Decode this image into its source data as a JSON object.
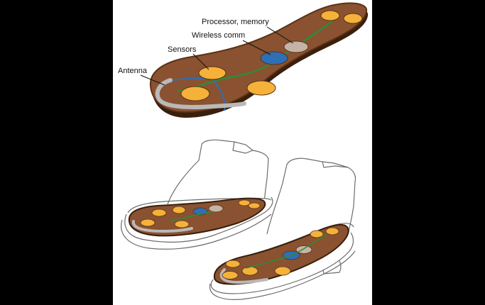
{
  "diagram": {
    "labels": {
      "processor": "Processor, memory",
      "wireless": "Wireless comm",
      "sensors": "Sensors",
      "antenna": "Antenna"
    },
    "colors": {
      "frame": "#000000",
      "panel": "#ffffff",
      "insole": "#8a5230",
      "insole_edge": "#5a3216",
      "insole_base": "#3a1f0c",
      "sensor": "#f5b13a",
      "wireless": "#2e6fb5",
      "processor": "#c4b3a6",
      "antenna": "#b9b9b9",
      "wiring_green": "#2e8b3a",
      "wiring_blue": "#2e6fb5",
      "boot_outline": "#6d6d6d"
    },
    "icons": [
      "insole-illustration",
      "left-boot-illustration",
      "right-boot-illustration"
    ]
  }
}
